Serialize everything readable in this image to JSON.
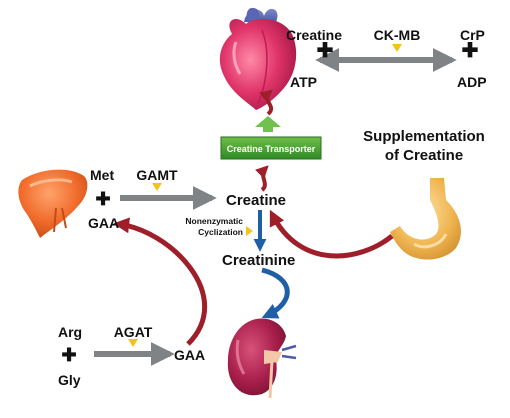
{
  "labels": {
    "creatine_top": "Creatine",
    "atp": "ATP",
    "ck_mb": "CK-MB",
    "crp": "CrP",
    "adp": "ADP",
    "creatine_transporter": "Creatine Transporter",
    "supplementation_line1": "Supplementation",
    "supplementation_line2": "of Creatine",
    "met": "Met",
    "gamt": "GAMT",
    "gaa_liver": "GAA",
    "creatine_center": "Creatine",
    "nonenzymatic_line1": "Nonenzymatic",
    "nonenzymatic_line2": "Cyclization",
    "creatinine": "Creatinine",
    "arg": "Arg",
    "agat": "AGAT",
    "gly": "Gly",
    "gaa_kidney": "GAA"
  },
  "colors": {
    "gray_arrow": "#7f8385",
    "red_arrow": "#9e1f2a",
    "blue_arrow": "#1f5fa6",
    "green_box": "#3f9b2e",
    "green_arrow": "#6fc24e",
    "marker": "#f2c418"
  },
  "icons": [
    "heart-icon",
    "liver-icon",
    "stomach-icon",
    "kidney-icon"
  ]
}
